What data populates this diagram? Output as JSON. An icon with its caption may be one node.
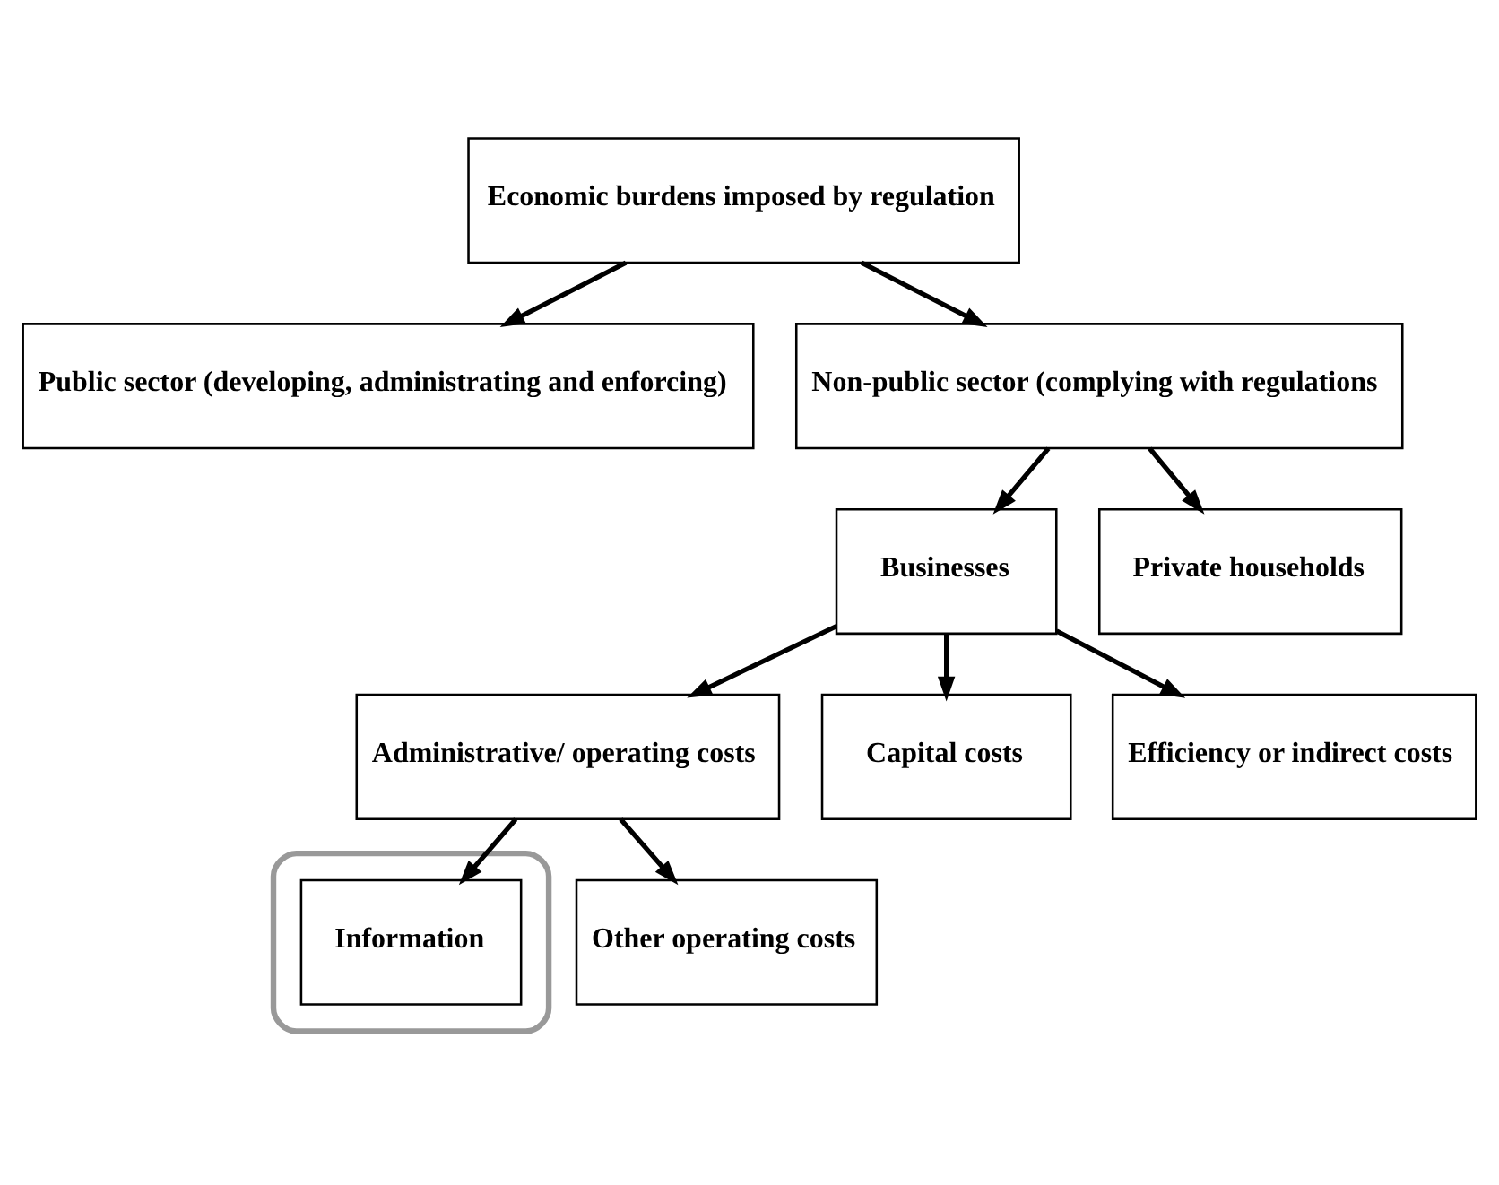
{
  "diagram": {
    "nodes": [
      {
        "text": [
          "Economic burdens imposed by regulation"
        ]
      },
      {
        "text": [
          "Public sector (developing, administrating and enforcing)"
        ]
      },
      {
        "text": [
          "Non-public sector (complying with regulations"
        ]
      },
      {
        "text": [
          "Businesses"
        ]
      },
      {
        "text": [
          "Private households"
        ]
      },
      {
        "text": [
          "Administrative/ operating costs"
        ]
      },
      {
        "text": [
          "Capital costs"
        ]
      },
      {
        "text": [
          "Efficiency or indirect costs"
        ]
      },
      {
        "text": [],
        "shape": "ellipse"
      },
      {
        "text": [
          "Information"
        ],
        "in": 8
      },
      {
        "text": [
          "Other operating costs"
        ]
      }
    ],
    "edges": [
      {
        "from": 0,
        "to": 1,
        "arrow": "to"
      },
      {
        "from": 0,
        "to": 2,
        "arrow": "to"
      },
      {
        "from": 2,
        "to": 3,
        "arrow": "to"
      },
      {
        "from": 2,
        "to": 4,
        "arrow": "to"
      },
      {
        "from": 3,
        "to": 5,
        "arrow": "to"
      },
      {
        "from": 3,
        "to": 6,
        "arrow": "to"
      },
      {
        "from": 3,
        "to": 7,
        "arrow": "to"
      },
      {
        "from": 5,
        "to": 9,
        "arrow": "to"
      },
      {
        "from": 5,
        "to": 10,
        "arrow": "to"
      }
    ]
  }
}
